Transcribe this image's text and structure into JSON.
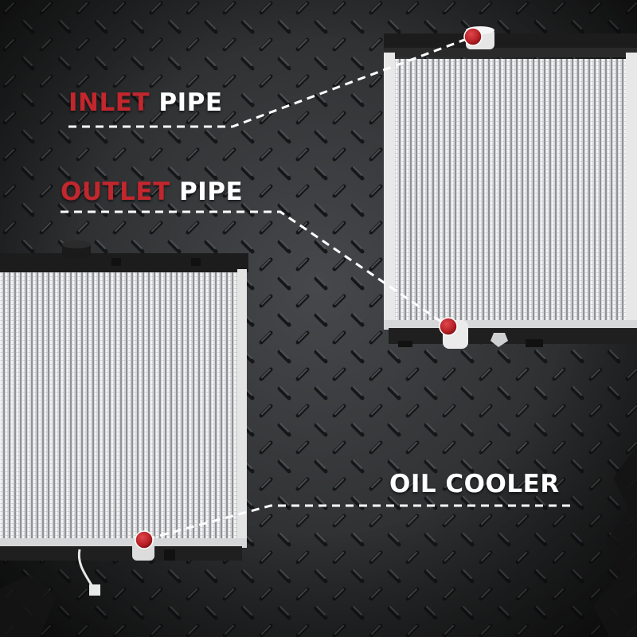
{
  "callouts": {
    "inlet": {
      "accent": "INLET",
      "rest": " PIPE"
    },
    "outlet": {
      "accent": "OUTLET",
      "rest": " PIPE"
    },
    "oil_cooler": {
      "text": "OIL COOLER"
    }
  },
  "colors": {
    "accent": "#c1272d",
    "label_text": "#ffffff",
    "leader_line": "#ffffff",
    "marker": "#b51f24",
    "background": "#2f3032"
  },
  "icons": {
    "marker": "red-dot-marker",
    "background": "diamond-plate-texture"
  }
}
